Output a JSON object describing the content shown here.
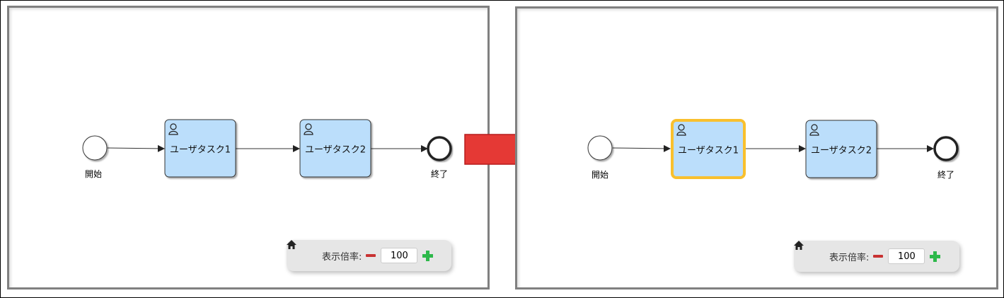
{
  "before": {
    "start_label": "開始",
    "end_label": "終了",
    "tasks": [
      {
        "label": "ユーザタスク1",
        "selected": false
      },
      {
        "label": "ユーザタスク2",
        "selected": false
      }
    ],
    "zoom": {
      "label": "表示倍率:",
      "value": "100"
    }
  },
  "after": {
    "start_label": "開始",
    "end_label": "終了",
    "tasks": [
      {
        "label": "ユーザタスク1",
        "selected": true
      },
      {
        "label": "ユーザタスク2",
        "selected": false
      }
    ],
    "zoom": {
      "label": "表示倍率:",
      "value": "100"
    }
  },
  "colors": {
    "task_fill": "#bbdefb",
    "selection": "#f9c02e",
    "arrow": "#e53935"
  }
}
